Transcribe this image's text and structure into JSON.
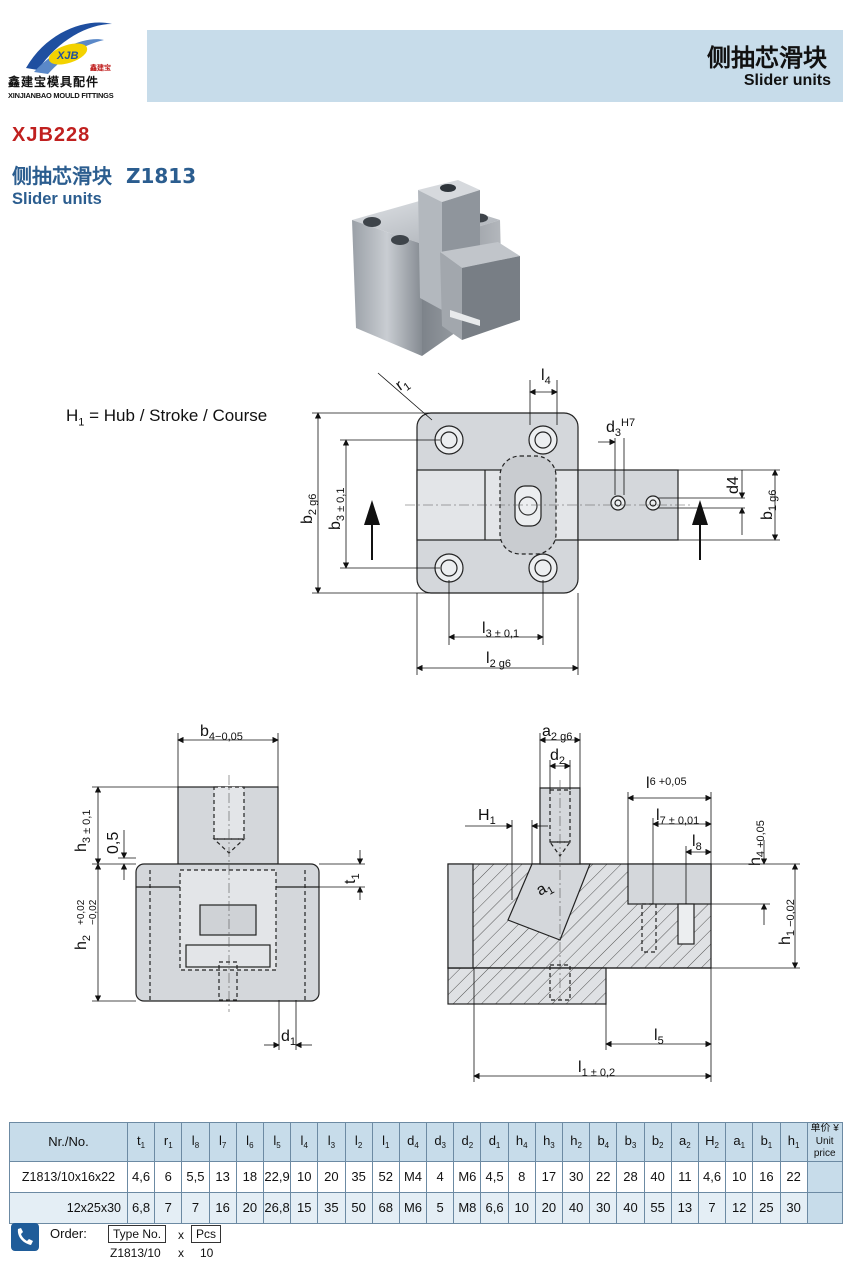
{
  "header": {
    "title_cn": "侧抽芯滑块",
    "title_en": "Slider units",
    "logo_badge": "XJB",
    "logo_tag": "鑫建宝",
    "logo_cn": "鑫建宝模具配件",
    "logo_en": "XINJIANBAO MOULD FITTINGS",
    "brand_color": "#c7dcea"
  },
  "product": {
    "code": "XJB228",
    "name_cn": "侧抽芯滑块",
    "model": "Z1813",
    "name_en": "Slider units",
    "code_color": "#c0201f",
    "title_color": "#2b5d8f"
  },
  "note": {
    "prefix": "H",
    "sub": "1",
    "text": " = Hub  / Stroke / Course"
  },
  "dims": {
    "r1": "r",
    "r1s": "1",
    "l4": "l",
    "l4s": "4",
    "d3": "d",
    "d3s": "3",
    "d3t": "H7",
    "d4": "d4",
    "b1": "b",
    "b1s": "1 g6",
    "b2": "b",
    "b2s": "2 g6",
    "b3": "b",
    "b3s": "3 ± 0,1",
    "l3": "l",
    "l3s": "3 ± 0,1",
    "l2": "l",
    "l2s": "2 g6",
    "b4": "b",
    "b4s": "4−0,05",
    "h3": "h",
    "h3s": "3 ± 0,1",
    "h05": "0,5",
    "t1": "t",
    "t1s": "1",
    "h2": "h",
    "h2s": "2",
    "h2tol_hi": "+0,02",
    "h2tol_lo": "−0,02",
    "d1": "d",
    "d1s": "1",
    "a2": "a",
    "a2s": "2 g6",
    "d2": "d",
    "d2s": "2",
    "l6": "l",
    "l6s": "6 +0,05",
    "H1": "H",
    "H1s": "1",
    "l7": "l",
    "l7s": "7 ± 0,01",
    "l8": "l",
    "l8s": "8",
    "h4": "h",
    "h4s": "4 +0,05",
    "a1": "a",
    "a1s": "1",
    "h1": "h",
    "h1s": "1 −0,02",
    "l5": "l",
    "l5s": "5",
    "l1": "l",
    "l1s": "1 ± 0,2"
  },
  "table": {
    "headers": [
      {
        "m": "Nr./No.",
        "s": ""
      },
      {
        "m": "t",
        "s": "1"
      },
      {
        "m": "r",
        "s": "1"
      },
      {
        "m": "l",
        "s": "8"
      },
      {
        "m": "l",
        "s": "7"
      },
      {
        "m": "l",
        "s": "6"
      },
      {
        "m": "l",
        "s": "5"
      },
      {
        "m": "l",
        "s": "4"
      },
      {
        "m": "l",
        "s": "3"
      },
      {
        "m": "l",
        "s": "2"
      },
      {
        "m": "l",
        "s": "1"
      },
      {
        "m": "d",
        "s": "4"
      },
      {
        "m": "d",
        "s": "3"
      },
      {
        "m": "d",
        "s": "2"
      },
      {
        "m": "d",
        "s": "1"
      },
      {
        "m": "h",
        "s": "4"
      },
      {
        "m": "h",
        "s": "3"
      },
      {
        "m": "h",
        "s": "2"
      },
      {
        "m": "b",
        "s": "4"
      },
      {
        "m": "b",
        "s": "3"
      },
      {
        "m": "b",
        "s": "2"
      },
      {
        "m": "a",
        "s": "2"
      },
      {
        "m": "H",
        "s": "2"
      },
      {
        "m": "a",
        "s": "1"
      },
      {
        "m": "b",
        "s": "1"
      },
      {
        "m": "h",
        "s": "1"
      }
    ],
    "price_cn": "单价 ¥",
    "price_en": "Unit price",
    "rows": [
      [
        "Z1813/10x16x22",
        "4,6",
        "6",
        "5,5",
        "13",
        "18",
        "22,9",
        "10",
        "20",
        "35",
        "52",
        "M4",
        "4",
        "M6",
        "4,5",
        "8",
        "17",
        "30",
        "22",
        "28",
        "40",
        "11",
        "4,6",
        "10",
        "16",
        "22"
      ],
      [
        "12x25x30",
        "6,8",
        "7",
        "7",
        "16",
        "20",
        "26,8",
        "15",
        "35",
        "50",
        "68",
        "M6",
        "5",
        "M8",
        "6,6",
        "10",
        "20",
        "40",
        "30",
        "40",
        "55",
        "13",
        "7",
        "12",
        "25",
        "30"
      ]
    ]
  },
  "order": {
    "label": "Order:",
    "type_no": "Type No.",
    "x": "x",
    "pcs": "Pcs",
    "example_model": "Z1813/10",
    "example_x": "x",
    "example_qty": "10"
  }
}
